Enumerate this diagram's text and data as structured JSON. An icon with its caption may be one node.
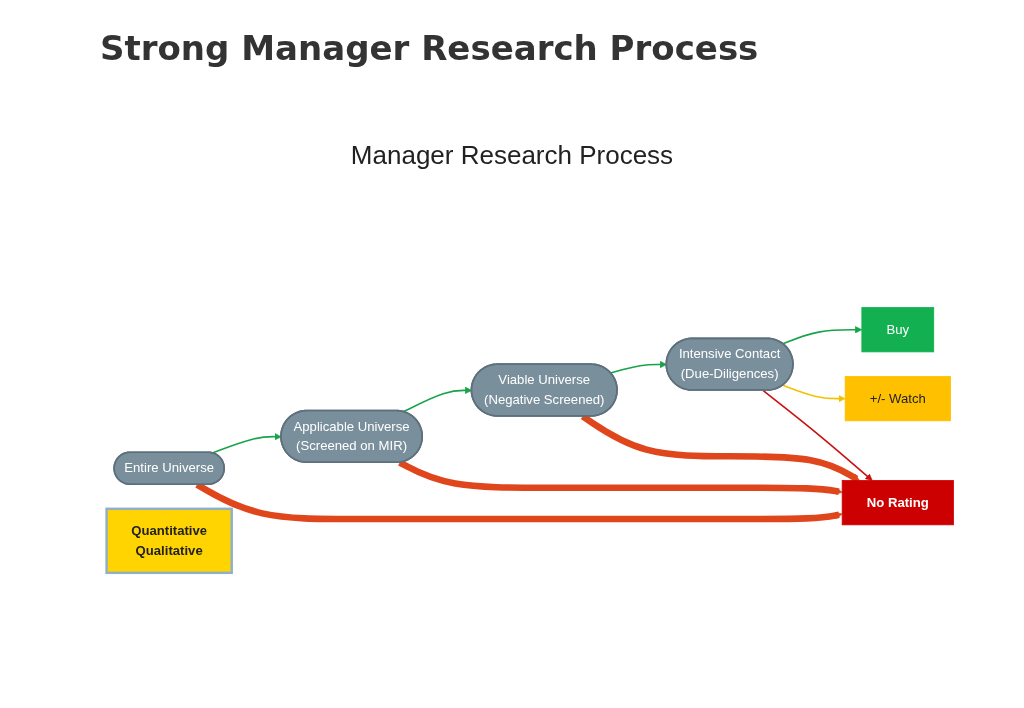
{
  "diagram": {
    "title": "Strong Manager Research Process",
    "nodes": [
      {
        "text": [
          "Entire Universe"
        ]
      },
      {
        "text": [
          "Applicable Universe",
          "(Screened on MIR)"
        ]
      },
      {
        "text": [
          "Viable Universe",
          "(Negative Screened)"
        ]
      },
      {
        "text": [
          "Intensive Contact",
          "(Due-Diligences)"
        ]
      },
      {
        "text": [
          "Buy"
        ]
      },
      {
        "text": [
          "+/- Watch"
        ]
      },
      {
        "text": [
          "No Rating"
        ]
      },
      {
        "text": [
          "Quantitative",
          "Qualitative"
        ]
      }
    ],
    "edges": [
      {
        "from": 0,
        "to": 1,
        "arrow": "to"
      },
      {
        "from": 1,
        "to": 2,
        "arrow": "to"
      },
      {
        "from": 2,
        "to": 3,
        "arrow": "to"
      },
      {
        "from": 3,
        "to": 4,
        "arrow": "to"
      },
      {
        "from": 3,
        "to": 5,
        "arrow": "to",
        "color": "#f2c200"
      },
      {
        "from": 3,
        "to": 6,
        "arrow": "to",
        "color": "#cc1111"
      },
      {
        "from": 2,
        "to": 6,
        "arrow": "to",
        "style": "thick",
        "color": "#e0461c"
      },
      {
        "from": 1,
        "to": 6,
        "arrow": "to",
        "style": "thick",
        "color": "#e0461c"
      },
      {
        "from": 0,
        "to": 6,
        "arrow": "to",
        "style": "thick",
        "color": "#e0461c"
      }
    ],
    "labels": [
      "Manager Research Process"
    ]
  }
}
